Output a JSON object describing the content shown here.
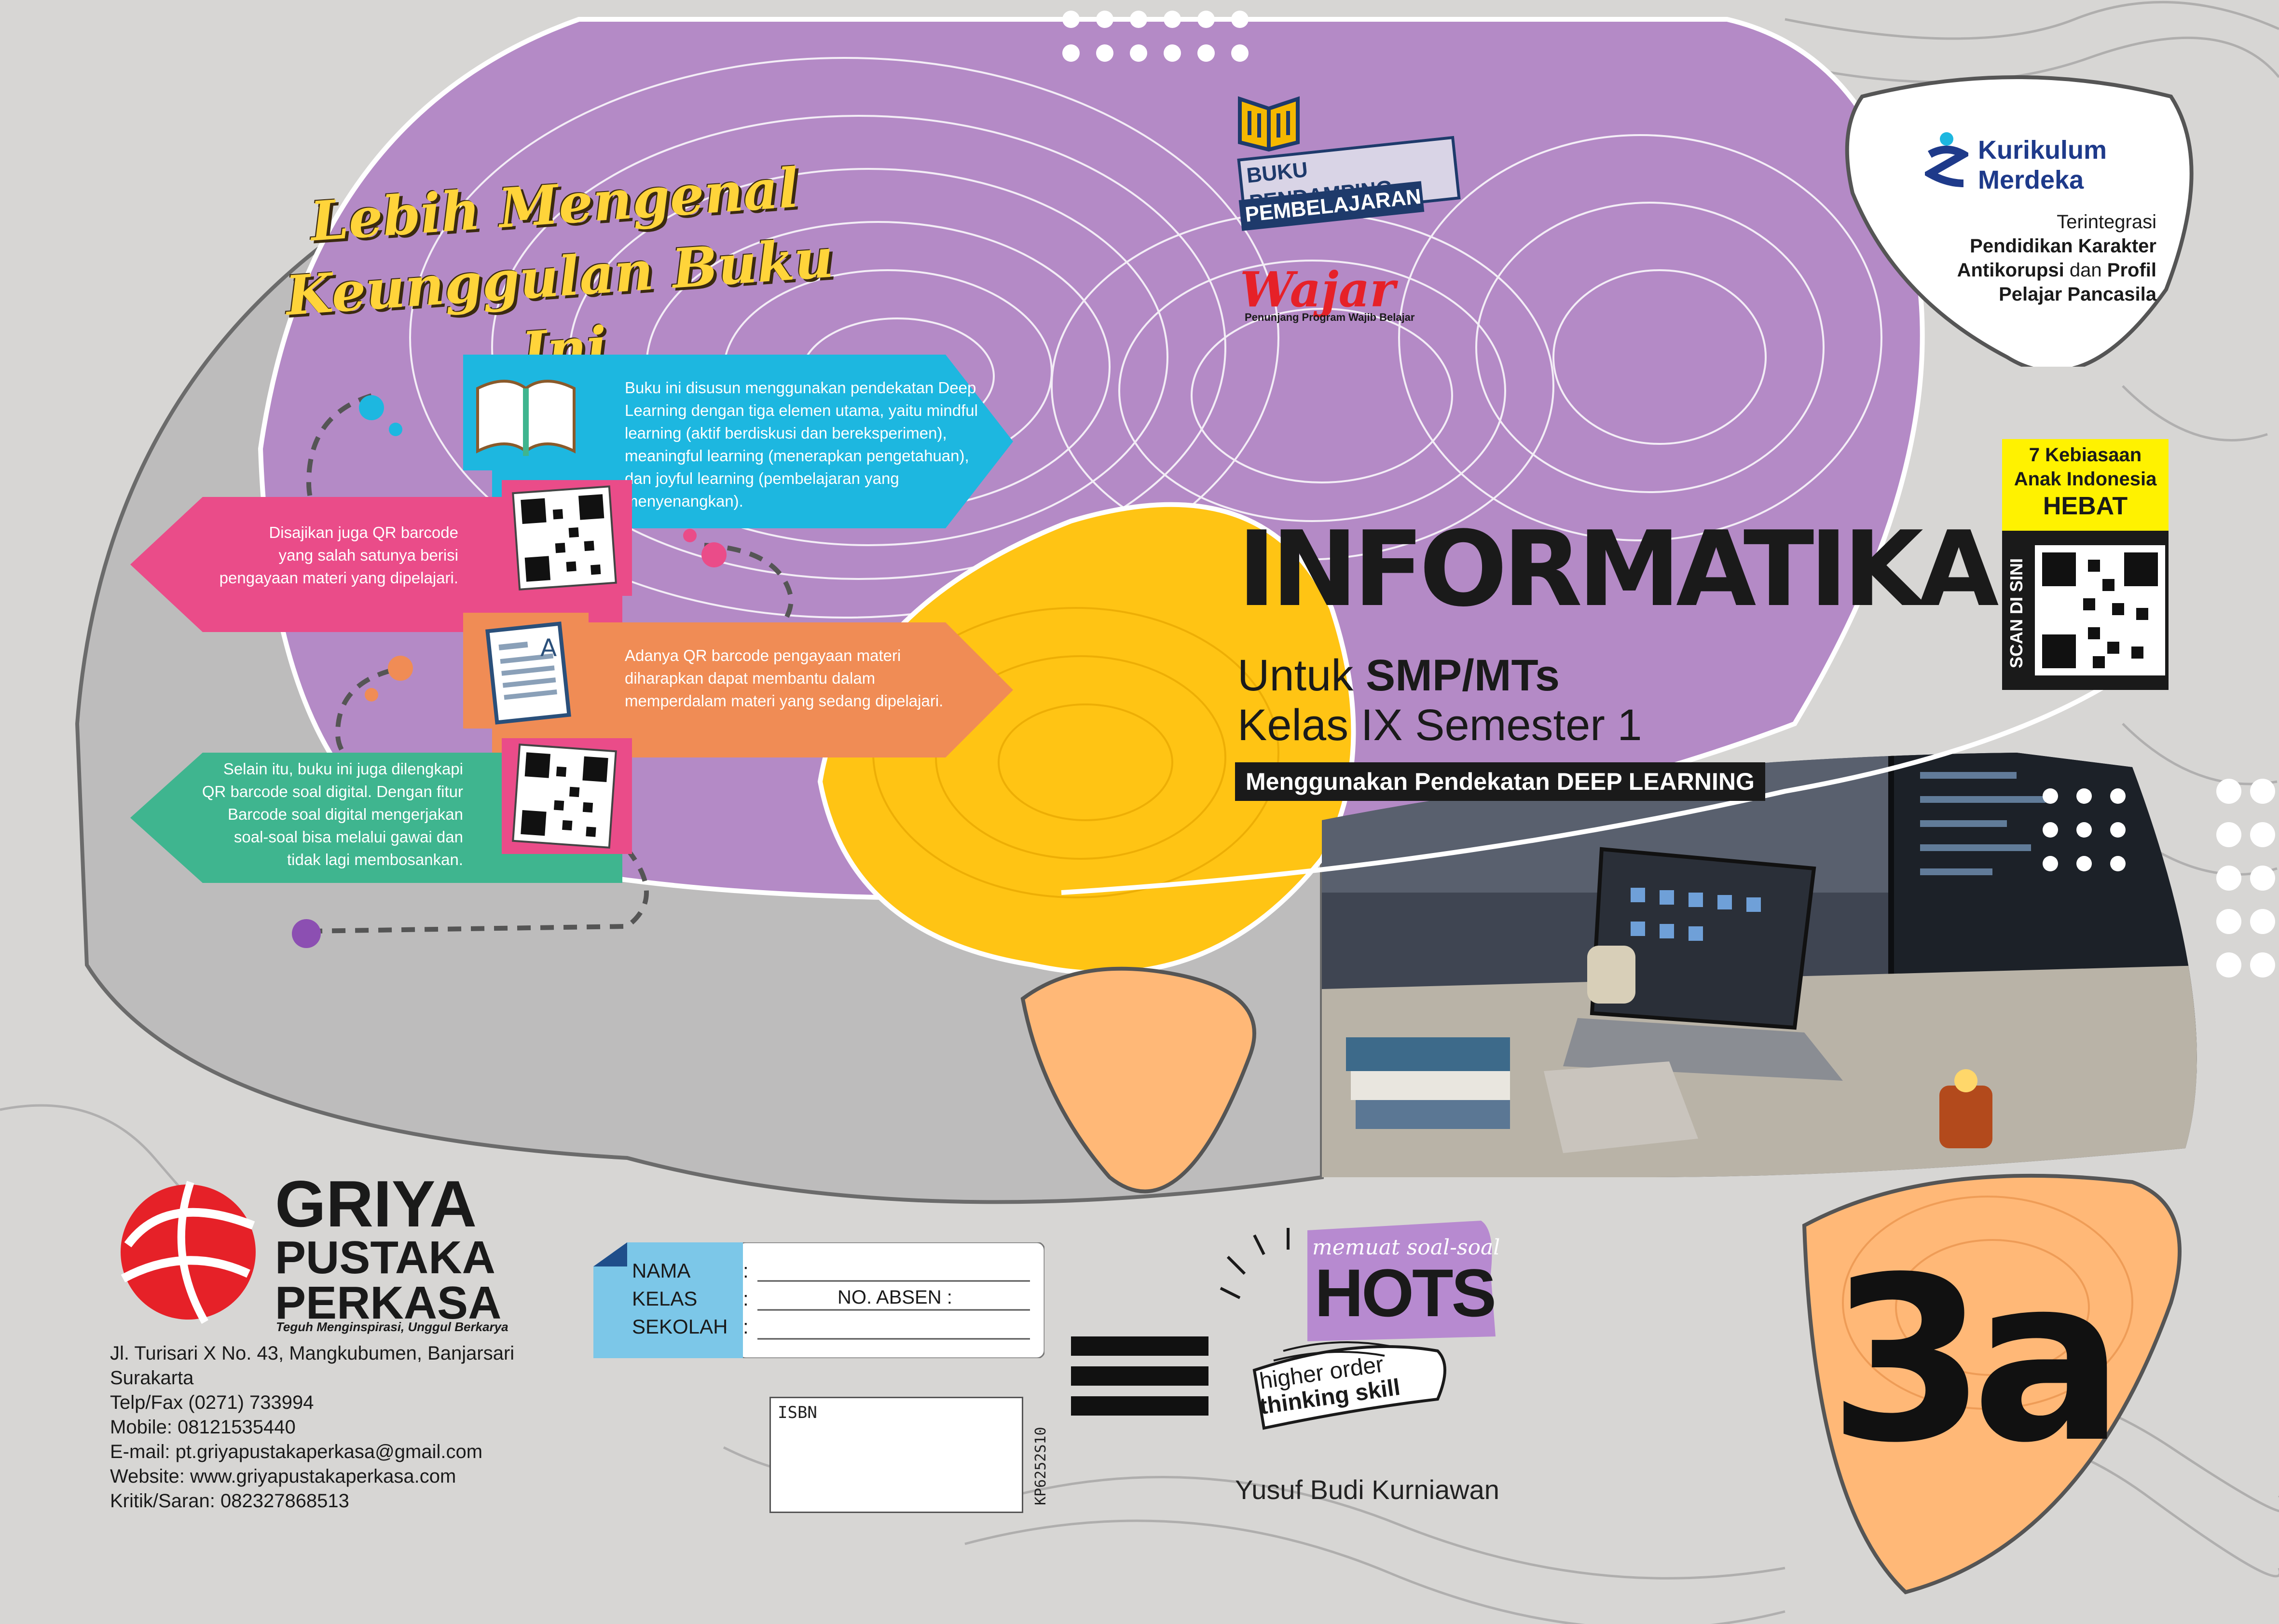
{
  "series_badge": {
    "line1": "BUKU PENDAMPING",
    "line2": "PEMBELAJARAN",
    "brand": "Wajar",
    "brand_tagline": "Penunjang Program Wajib Belajar"
  },
  "curriculum": {
    "name_line1": "Kurikulum",
    "name_line2": "Merdeka",
    "integration_line1": "Terintegrasi",
    "integration_line2": "Pendidikan Karakter",
    "integration_line3_a": "Antikorupsi",
    "integration_line3_b": " dan ",
    "integration_line3_c": "Profil",
    "integration_line4": "Pelajar Pancasila"
  },
  "tagline": {
    "line1": "Lebih Mengenal",
    "line2": "Keunggulan Buku Ini"
  },
  "features": [
    {
      "lines": [
        "Buku ini disusun menggunakan pendekatan Deep",
        "Learning dengan tiga elemen utama, yaitu mindful",
        "learning (aktif berdiskusi dan bereksperimen),",
        "meaningful learning (menerapkan pengetahuan),",
        "dan joyful learning (pembelajaran yang",
        "menyenangkan)."
      ],
      "color": "#1db7e0",
      "icon": "open-book-icon"
    },
    {
      "lines": [
        "Disajikan juga QR barcode",
        "yang salah satunya berisi",
        "pengayaan materi yang dipelajari."
      ],
      "color": "#ea4c89",
      "icon": "qr-code-icon"
    },
    {
      "lines": [
        "Adanya QR barcode pengayaan materi",
        "diharapkan dapat membantu dalam",
        "memperdalam materi yang sedang dipelajari."
      ],
      "color": "#f08c55",
      "icon": "document-icon"
    },
    {
      "lines": [
        "Selain itu, buku ini juga dilengkapi",
        "QR barcode soal digital. Dengan fitur",
        "Barcode soal digital mengerjakan",
        "soal-soal bisa melalui gawai dan",
        "tidak lagi membosankan."
      ],
      "color": "#3fb58f",
      "icon": "qr-code-icon"
    }
  ],
  "book": {
    "title": "INFORMATIKA",
    "level_prefix": "Untuk ",
    "level": "SMP/MTs",
    "class_semester": "Kelas IX Semester 1",
    "approach": "Menggunakan Pendekatan DEEP LEARNING",
    "grade": "3a",
    "author": "Yusuf Budi Kurniawan"
  },
  "habits": {
    "line1": "7 Kebiasaan",
    "line2": "Anak Indonesia",
    "line3": "HEBAT",
    "scan_label": "SCAN DI SINI"
  },
  "hots": {
    "line1": "memuat soal-soal",
    "line2": "HOTS",
    "line3": "higher order",
    "line4": "thinking skill"
  },
  "publisher": {
    "name_line1": "GRIYA",
    "name_line2": "PUSTAKA",
    "name_line3": "PERKASA",
    "motto": "Teguh Menginspirasi, Unggul Berkarya",
    "address_lines": [
      "Jl. Turisari X No. 43, Mangkubumen, Banjarsari",
      "Surakarta",
      "Telp/Fax (0271) 733994",
      "Mobile: 08121535440",
      "E-mail: pt.griyapustakaperkasa@gmail.com",
      "Website: www.griyapustakaperkasa.com",
      "Kritik/Saran: 082327868513"
    ]
  },
  "student_form": {
    "name_label": "NAMA",
    "class_label": "KELAS",
    "school_label": "SEKOLAH",
    "number_label": "NO. ABSEN :",
    "separator": ":"
  },
  "isbn_label": "ISBN",
  "product_code": "KP6252S10",
  "colors": {
    "purple": "#b48ac6",
    "yellow": "#ffc414",
    "peach": "#ffb877",
    "gray": "#bdbcbc",
    "cyan": "#1db7e0",
    "pink": "#ea4c89",
    "orange": "#f08c55",
    "green": "#3fb58f",
    "hots_purple": "#b78ad0",
    "publisher_red": "#e62128"
  }
}
